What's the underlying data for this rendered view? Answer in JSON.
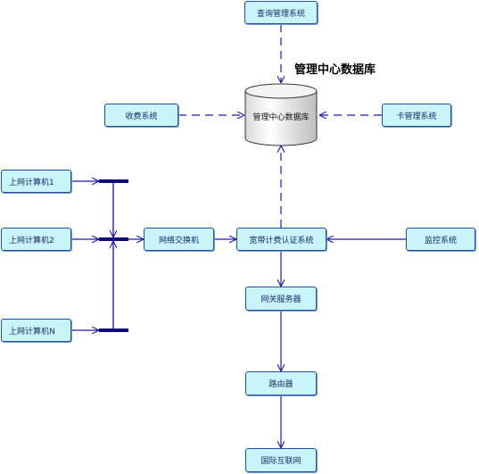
{
  "title": "管理中心数据库",
  "nodes": {
    "query_system": "查询管理系统",
    "database": "管理中心数据库",
    "billing_system": "收费系统",
    "card_system": "卡管理系统",
    "pc1": "上网计算机1",
    "pc2": "上网计算机2",
    "pcn": "上网计算机N",
    "switch": "网络交换机",
    "auth_system": "宽带计费认证系统",
    "monitor_system": "监控系统",
    "gateway": "网关服务器",
    "router": "路由器",
    "internet": "国际互联网"
  },
  "colors": {
    "node_fill": "#c8f4fa",
    "node_border": "#1f4fa0",
    "line": "#1c1ca8",
    "bar": "#0c0c7a"
  }
}
